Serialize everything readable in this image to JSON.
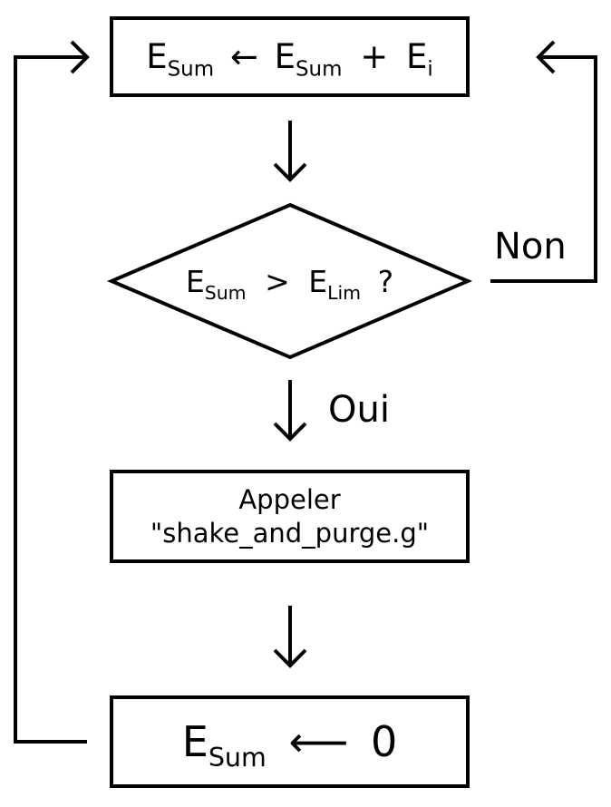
{
  "flowchart": {
    "accumulate": {
      "lhs": "E",
      "lhs_sub": "Sum",
      "arrow": "←",
      "rhs1": "E",
      "rhs1_sub": "Sum",
      "plus": "+",
      "rhs2": "E",
      "rhs2_sub": "i"
    },
    "decision": {
      "lhs": "E",
      "lhs_sub": "Sum",
      "op": ">",
      "rhs": "E",
      "rhs_sub": "Lim",
      "q": "?"
    },
    "no_label": "Non",
    "yes_label": "Oui",
    "call": {
      "line1": "Appeler",
      "line2": "\"shake_and_purge.g\""
    },
    "reset": {
      "lhs": "E",
      "lhs_sub": "Sum",
      "arrow": "⟵",
      "value": "0"
    }
  }
}
